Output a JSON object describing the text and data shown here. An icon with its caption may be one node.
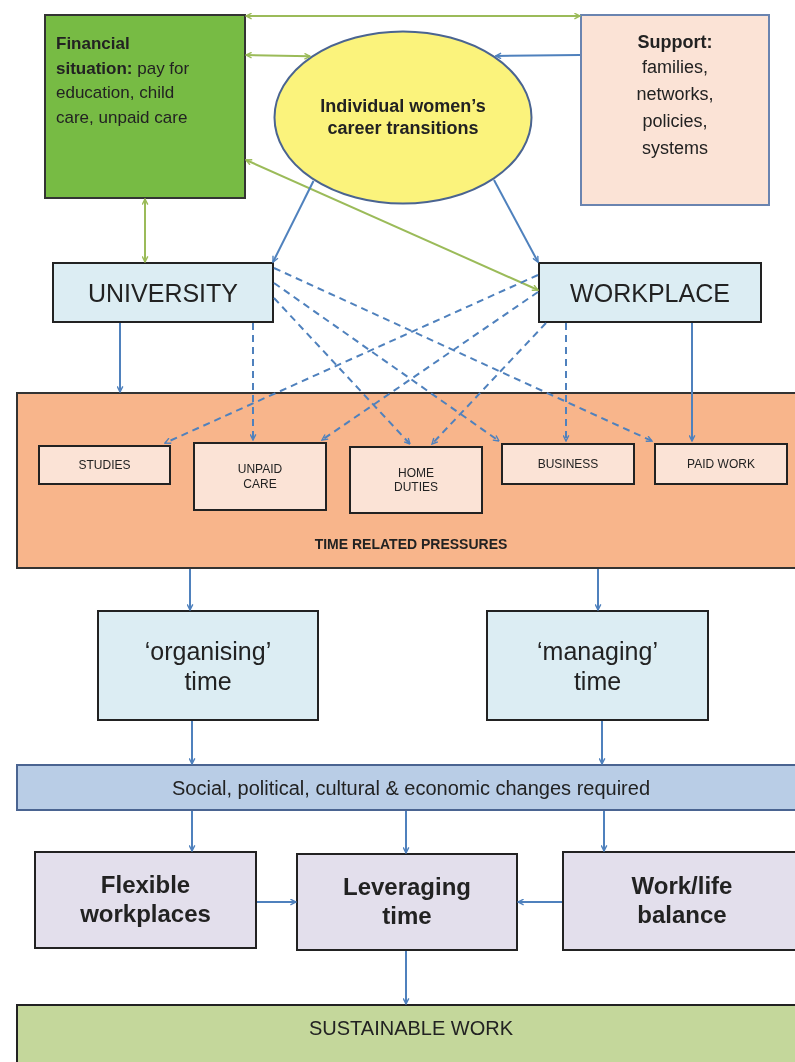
{
  "diagram": {
    "nodes": [
      {
        "text": [
          "**Financial situation:** pay for education, child care, unpaid care"
        ]
      },
      {
        "text": [
          "Individual women’s career transitions"
        ]
      },
      {
        "text": [
          "Support:",
          "families, networks, policies, systems"
        ]
      },
      {
        "text": [
          "UNIVERSITY"
        ]
      },
      {
        "text": [
          "WORKPLACE"
        ]
      },
      {
        "text": [
          "TIME RELATED PRESSURES"
        ]
      },
      {
        "text": [
          "STUDIES"
        ],
        "in": 5
      },
      {
        "text": [
          "UNPAID CARE"
        ],
        "in": 5
      },
      {
        "text": [
          "HOME DUTIES"
        ],
        "in": 5
      },
      {
        "text": [
          "BUSINESS"
        ],
        "in": 5
      },
      {
        "text": [
          "PAID WORK"
        ],
        "in": 5
      },
      {
        "text": [
          "‘organising’ time"
        ]
      },
      {
        "text": [
          "‘managing’ time"
        ]
      },
      {
        "text": [
          "Social, political, cultural & economic changes required"
        ]
      },
      {
        "text": [
          "Flexible workplaces"
        ]
      },
      {
        "text": [
          "Leveraging time"
        ]
      },
      {
        "text": [
          "Work/life balance"
        ]
      },
      {
        "text": [
          "SUSTAINABLE WORK"
        ]
      }
    ],
    "edges": [
      {
        "from": 0,
        "to": 2,
        "arrow": "both",
        "color": "#9bbb59"
      },
      {
        "from": 0,
        "to": 1,
        "arrow": "both",
        "color": "#9bbb59"
      },
      {
        "from": 2,
        "to": 1,
        "arrow": "to"
      },
      {
        "from": 0,
        "to": 4,
        "arrow": "both",
        "color": "#9bbb59"
      },
      {
        "from": 0,
        "to": 3,
        "arrow": "both",
        "color": "#9bbb59"
      },
      {
        "from": 1,
        "to": 3,
        "arrow": "to"
      },
      {
        "from": 1,
        "to": 4,
        "arrow": "to"
      },
      {
        "from": 3,
        "to": 5,
        "arrow": "to"
      },
      {
        "from": 3,
        "to": 7,
        "arrow": "to",
        "style": "dashed"
      },
      {
        "from": 3,
        "to": 8,
        "arrow": "to",
        "style": "dashed"
      },
      {
        "from": 3,
        "to": 9,
        "arrow": "to",
        "style": "dashed"
      },
      {
        "from": 3,
        "to": 10,
        "arrow": "to",
        "style": "dashed"
      },
      {
        "from": 4,
        "to": 6,
        "arrow": "to",
        "style": "dashed"
      },
      {
        "from": 4,
        "to": 7,
        "arrow": "to",
        "style": "dashed"
      },
      {
        "from": 4,
        "to": 8,
        "arrow": "to",
        "style": "dashed"
      },
      {
        "from": 4,
        "to": 9,
        "arrow": "to",
        "style": "dashed"
      },
      {
        "from": 4,
        "to": 10,
        "arrow": "to"
      },
      {
        "from": 5,
        "to": 11,
        "arrow": "to"
      },
      {
        "from": 5,
        "to": 12,
        "arrow": "to"
      },
      {
        "from": 11,
        "to": 13,
        "arrow": "to"
      },
      {
        "from": 12,
        "to": 13,
        "arrow": "to"
      },
      {
        "from": 13,
        "to": 14,
        "arrow": "to"
      },
      {
        "from": 13,
        "to": 15,
        "arrow": "to"
      },
      {
        "from": 13,
        "to": 16,
        "arrow": "to"
      },
      {
        "from": 14,
        "to": 15,
        "arrow": "to"
      },
      {
        "from": 16,
        "to": 15,
        "arrow": "to"
      },
      {
        "from": 15,
        "to": 17,
        "arrow": "to"
      }
    ]
  }
}
